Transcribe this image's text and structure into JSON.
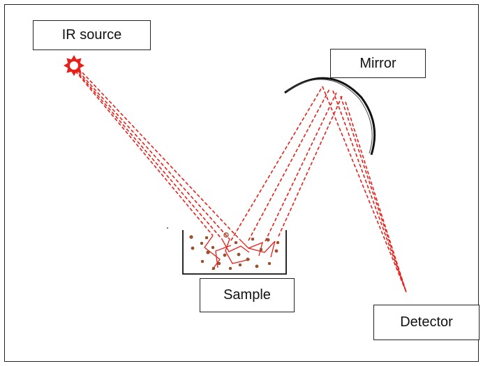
{
  "labels": {
    "ir_source": "IR source",
    "mirror": "Mirror",
    "sample": "Sample",
    "detector": "Detector"
  },
  "colors": {
    "beam": "#e8201a",
    "particle": "#a0522d",
    "outline": "#111111"
  }
}
